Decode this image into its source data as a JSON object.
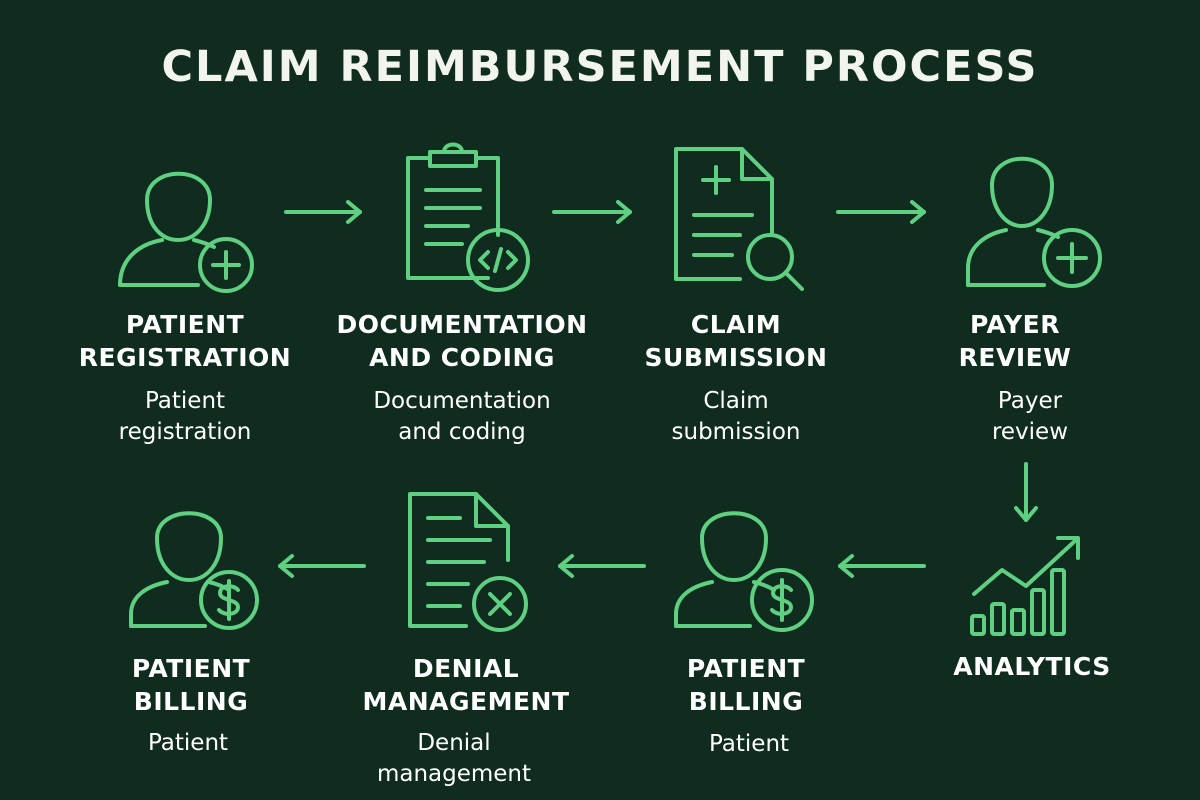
{
  "title": "CLAIM REIMBURSEMENT PROCESS",
  "accent_color": "#5fcf82",
  "background_color": "#0f2c1f",
  "steps": [
    {
      "icon": "person-plus-icon",
      "title_1": "PATIENT",
      "title_2": "REGISTRATION",
      "desc_1": "Patient",
      "desc_2": "registration"
    },
    {
      "icon": "clipboard-code-icon",
      "title_1": "DOCUMENTATION",
      "title_2": "AND CODING",
      "desc_1": "Documentation",
      "desc_2": "and coding"
    },
    {
      "icon": "document-search-icon",
      "title_1": "CLAIM",
      "title_2": "SUBMISSION",
      "desc_1": "Claim",
      "desc_2": "submission"
    },
    {
      "icon": "person-plus-icon",
      "title_1": "PAYER",
      "title_2": "REVIEW",
      "desc_1": "Payer",
      "desc_2": "review"
    },
    {
      "icon": "analytics-chart-icon",
      "title_1": "ANALYTICS",
      "title_2": "",
      "desc_1": "",
      "desc_2": ""
    },
    {
      "icon": "person-dollar-icon",
      "title_1": "PATIENT",
      "title_2": "BILLING",
      "desc_1": "Patient",
      "desc_2": ""
    },
    {
      "icon": "document-x-icon",
      "title_1": "DENIAL",
      "title_2": "MANAGEMENT",
      "desc_1": "Denial",
      "desc_2": "management"
    },
    {
      "icon": "person-dollar-icon",
      "title_1": "PATIENT",
      "title_2": "BILLING",
      "desc_1": "Patient",
      "desc_2": ""
    }
  ]
}
